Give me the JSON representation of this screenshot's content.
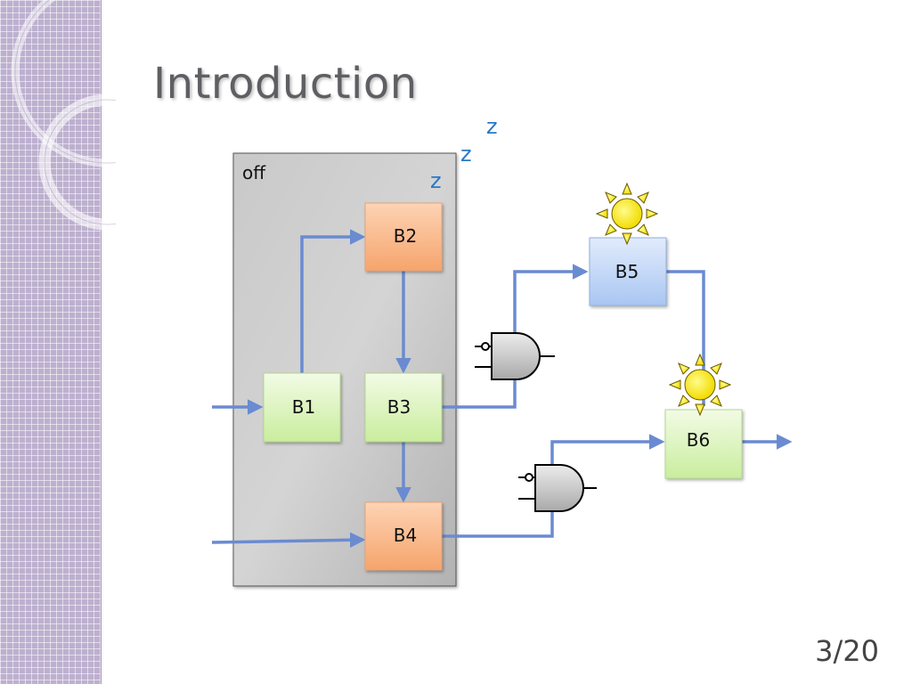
{
  "slide": {
    "title": "Introduction",
    "page_number": "3/20"
  },
  "diagram": {
    "region_label": "off",
    "sleep_marks": [
      "z",
      "z",
      "z"
    ],
    "blocks": [
      {
        "id": "B1",
        "label": "B1",
        "state": "off",
        "color": "green"
      },
      {
        "id": "B2",
        "label": "B2",
        "state": "off",
        "color": "orange"
      },
      {
        "id": "B3",
        "label": "B3",
        "state": "off",
        "color": "green"
      },
      {
        "id": "B4",
        "label": "B4",
        "state": "off",
        "color": "orange"
      },
      {
        "id": "B5",
        "label": "B5",
        "state": "on",
        "color": "blue"
      },
      {
        "id": "B6",
        "label": "B6",
        "state": "on",
        "color": "green"
      }
    ],
    "gates": [
      {
        "id": "and-gate-1",
        "type": "AND",
        "inverted_input": true
      },
      {
        "id": "and-gate-2",
        "type": "AND",
        "inverted_input": true
      }
    ],
    "icons": [
      "sun-icon",
      "sun-icon"
    ],
    "colors": {
      "wire": "#6a8bd0",
      "sleep_text": "#2a78c8",
      "off_region": "#c4c4c4"
    }
  }
}
